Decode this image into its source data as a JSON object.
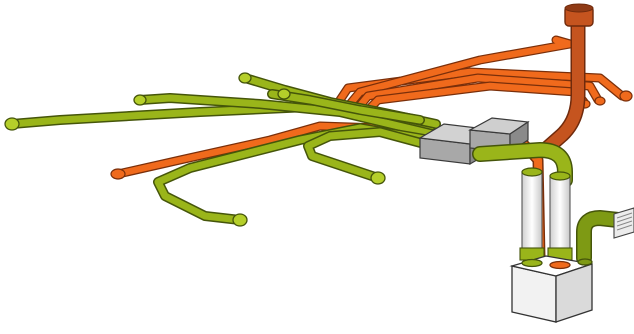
{
  "colors": {
    "background": "#ffffff",
    "supply_duct": "#9ab51a",
    "supply_duct_dark": "#6f8710",
    "extract_duct": "#f06a1c",
    "extract_duct_dark": "#c84e0d",
    "flue": "#c5541f",
    "flue_dark": "#8f3a15",
    "manifold_box": "#b4b4b4",
    "manifold_box_dark": "#7e7e7e",
    "riser_pipe": "#e6e6e6",
    "unit_box": "#f4f4f4",
    "grille": "#ececec",
    "outline": "#3a3a1a"
  },
  "components": {
    "green_duct_runs": 6,
    "orange_duct_runs": 6,
    "manifold_boxes": 2,
    "vertical_risers": 2,
    "heat_recovery_unit": 1,
    "flue_terminal": 1,
    "wall_grille": 1
  }
}
